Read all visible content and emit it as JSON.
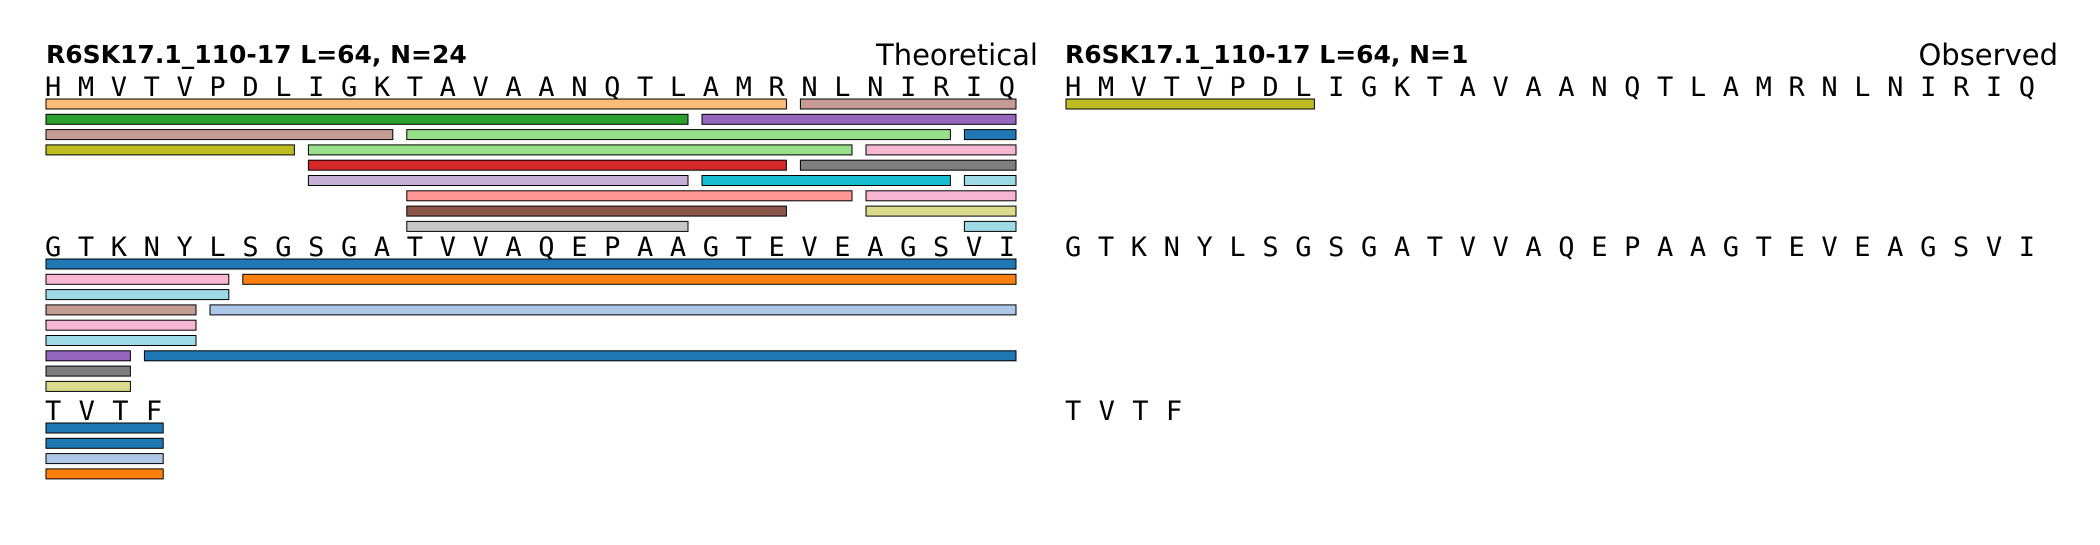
{
  "panels": [
    {
      "key": "theoretical",
      "header": "R6SK17.1_110-17  L=64, N=24",
      "label": "Theoretical",
      "rows": [
        {
          "sequence": "HMVTVPDLIGKTAVAANQTLAMRNLNIRIQ",
          "peptides": [
            {
              "start": 1,
              "end": 23,
              "lane": 0,
              "color": "#ffbb78"
            },
            {
              "start": 24,
              "end": 30,
              "lane": 0,
              "color": "#c49c94"
            },
            {
              "start": 1,
              "end": 20,
              "lane": 1,
              "color": "#2ca02c"
            },
            {
              "start": 21,
              "end": 30,
              "lane": 1,
              "color": "#9467bd"
            },
            {
              "start": 1,
              "end": 11,
              "lane": 2,
              "color": "#c49c94"
            },
            {
              "start": 12,
              "end": 28,
              "lane": 2,
              "color": "#98df8a"
            },
            {
              "start": 29,
              "end": 30,
              "lane": 2,
              "color": "#1f77b4"
            },
            {
              "start": 1,
              "end": 8,
              "lane": 3,
              "color": "#bcbd22"
            },
            {
              "start": 9,
              "end": 25,
              "lane": 3,
              "color": "#98df8a"
            },
            {
              "start": 26,
              "end": 30,
              "lane": 3,
              "color": "#f7b6d2"
            },
            {
              "start": 9,
              "end": 23,
              "lane": 4,
              "color": "#d62728"
            },
            {
              "start": 24,
              "end": 30,
              "lane": 4,
              "color": "#7f7f7f"
            },
            {
              "start": 9,
              "end": 20,
              "lane": 5,
              "color": "#c5b0d5"
            },
            {
              "start": 21,
              "end": 28,
              "lane": 5,
              "color": "#17becf"
            },
            {
              "start": 29,
              "end": 30,
              "lane": 5,
              "color": "#9edae5"
            },
            {
              "start": 12,
              "end": 25,
              "lane": 6,
              "color": "#ff9896"
            },
            {
              "start": 26,
              "end": 30,
              "lane": 6,
              "color": "#f7b6d2"
            },
            {
              "start": 12,
              "end": 23,
              "lane": 7,
              "color": "#8c564b"
            },
            {
              "start": 26,
              "end": 30,
              "lane": 7,
              "color": "#dbdb8d"
            },
            {
              "start": 12,
              "end": 20,
              "lane": 8,
              "color": "#c7c7c7"
            },
            {
              "start": 29,
              "end": 30,
              "lane": 8,
              "color": "#9edae5"
            }
          ]
        },
        {
          "sequence": "GTKNYLSGSGATVVAQEPAAGTEVEAGSVI",
          "peptides": [
            {
              "start": 1,
              "end": 30,
              "lane": 0,
              "color": "#1f77b4"
            },
            {
              "start": 1,
              "end": 6,
              "lane": 1,
              "color": "#f7b6d2"
            },
            {
              "start": 7,
              "end": 30,
              "lane": 1,
              "color": "#ff7f0e"
            },
            {
              "start": 1,
              "end": 6,
              "lane": 2,
              "color": "#9edae5"
            },
            {
              "start": 1,
              "end": 5,
              "lane": 3,
              "color": "#c49c94"
            },
            {
              "start": 6,
              "end": 30,
              "lane": 3,
              "color": "#aec7e8"
            },
            {
              "start": 1,
              "end": 5,
              "lane": 4,
              "color": "#f7b6d2"
            },
            {
              "start": 1,
              "end": 5,
              "lane": 5,
              "color": "#9edae5"
            },
            {
              "start": 1,
              "end": 3,
              "lane": 6,
              "color": "#9467bd"
            },
            {
              "start": 4,
              "end": 30,
              "lane": 6,
              "color": "#1f77b4"
            },
            {
              "start": 1,
              "end": 3,
              "lane": 7,
              "color": "#7f7f7f"
            },
            {
              "start": 1,
              "end": 3,
              "lane": 8,
              "color": "#dbdb8d"
            }
          ]
        },
        {
          "sequence": "TVTF",
          "peptides": [
            {
              "start": 1,
              "end": 4,
              "lane": 0,
              "color": "#1f77b4"
            },
            {
              "start": 1,
              "end": 4,
              "lane": 1,
              "color": "#1f77b4"
            },
            {
              "start": 1,
              "end": 4,
              "lane": 2,
              "color": "#aec7e8"
            },
            {
              "start": 1,
              "end": 4,
              "lane": 3,
              "color": "#ff7f0e"
            }
          ]
        }
      ]
    },
    {
      "key": "observed",
      "header": "R6SK17.1_110-17  L=64, N=1",
      "label": "Observed",
      "rows": [
        {
          "sequence": "HMVTVPDLIGKTAVAANQTLAMRNLNIRIQ",
          "peptides": [
            {
              "start": 1,
              "end": 8,
              "lane": 0,
              "color": "#bcbd22"
            }
          ]
        },
        {
          "sequence": "GTKNYLSGSGATVVAQEPAAGTEVEAGSVI",
          "peptides": []
        },
        {
          "sequence": "TVTF",
          "peptides": []
        }
      ]
    }
  ]
}
